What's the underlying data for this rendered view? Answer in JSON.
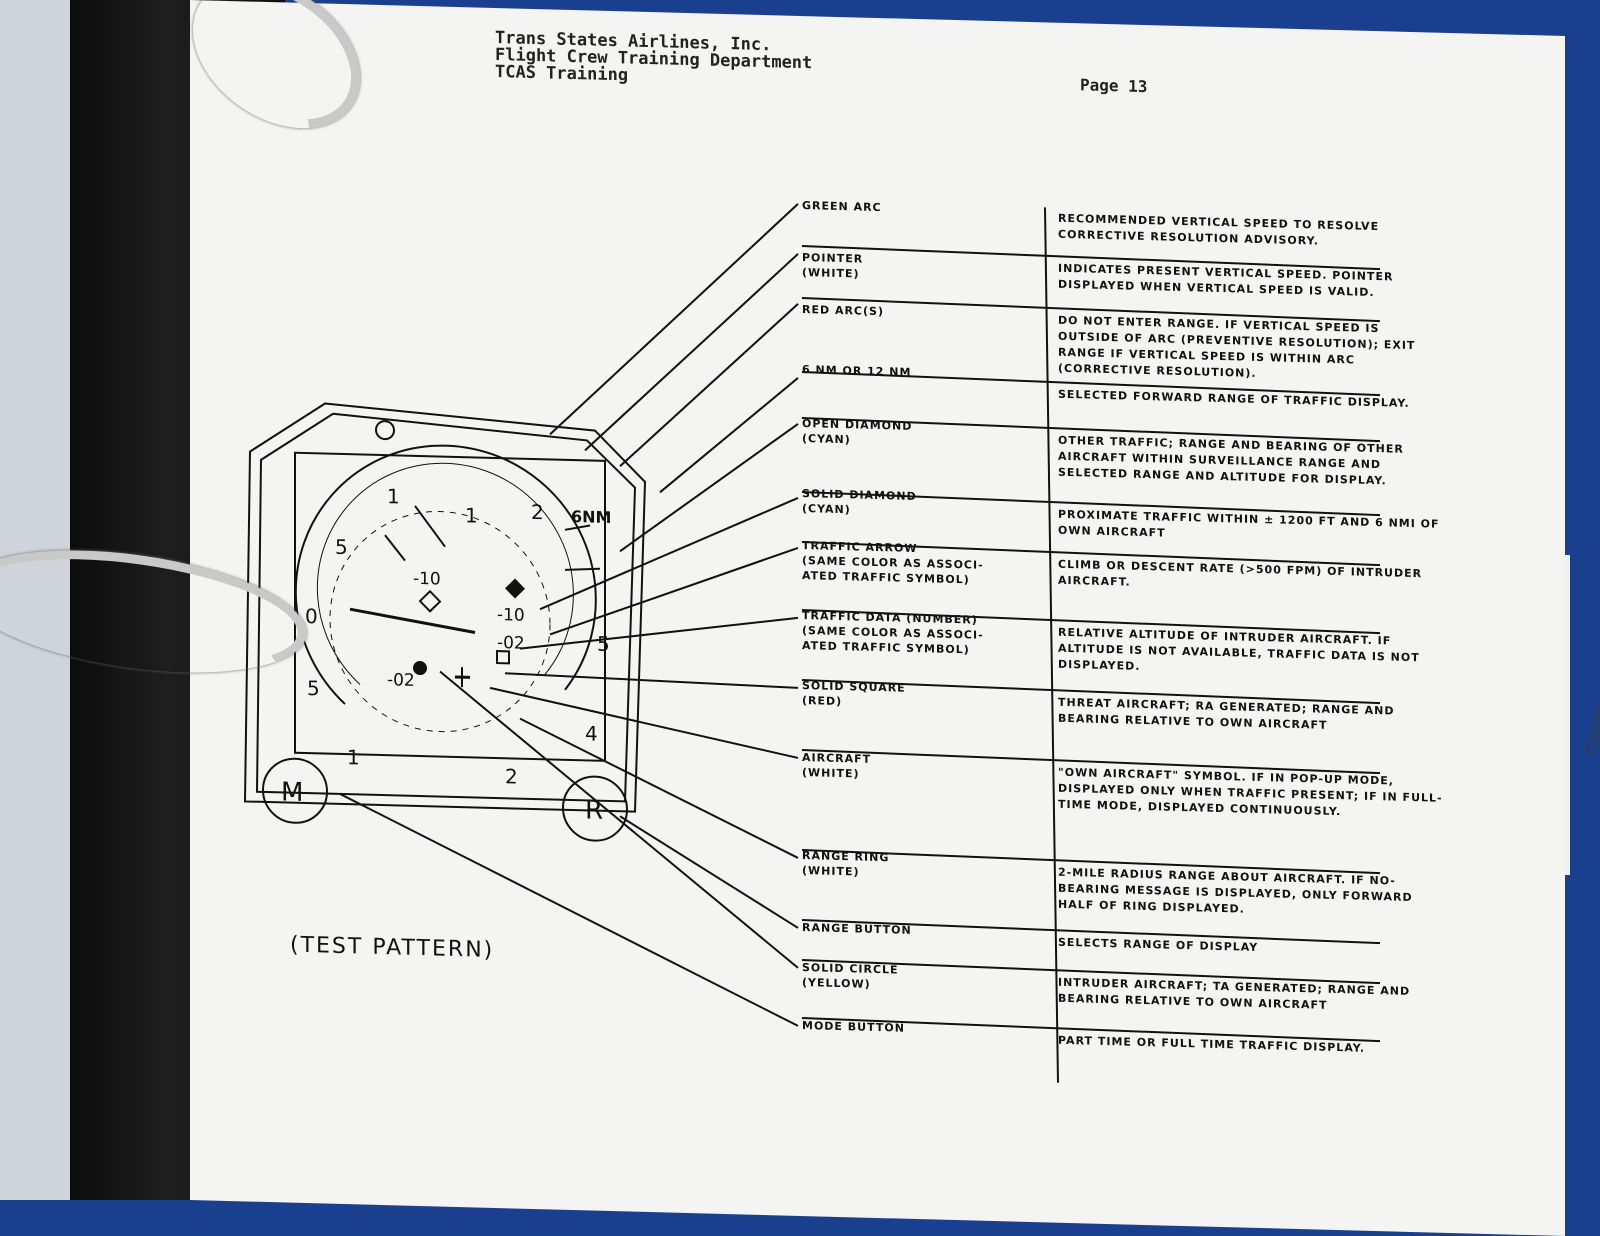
{
  "header": {
    "company": "Trans States Airlines, Inc.",
    "department": "Flight Crew Training Department",
    "course": "TCAS Training",
    "page": "Page 13"
  },
  "diagram": {
    "scale_labels": [
      "1",
      "5",
      "0",
      "5",
      "1",
      "1",
      "2",
      "5",
      "2",
      "4"
    ],
    "range_label": "6NM",
    "traffic_values": [
      "-10",
      "-10",
      "-02",
      "-02"
    ],
    "mode_button": "M",
    "range_button": "R",
    "caption": "(TEST PATTERN)"
  },
  "callouts": [
    {
      "label": [
        "GREEN ARC"
      ],
      "desc": "RECOMMENDED VERTICAL SPEED TO RESOLVE CORRECTIVE RESOLUTION ADVISORY."
    },
    {
      "label": [
        "POINTER",
        "(WHITE)"
      ],
      "desc": "INDICATES PRESENT VERTICAL SPEED. POINTER DISPLAYED WHEN VERTICAL SPEED IS VALID."
    },
    {
      "label": [
        "RED ARC(S)"
      ],
      "desc": "DO NOT ENTER RANGE. IF VERTICAL SPEED IS OUTSIDE OF ARC (PREVENTIVE RESOLUTION); EXIT RANGE IF VERTICAL SPEED IS WITHIN ARC (CORRECTIVE RESOLUTION)."
    },
    {
      "label": [
        "6 NM OR 12 NM"
      ],
      "desc": "SELECTED FORWARD RANGE OF TRAFFIC DISPLAY."
    },
    {
      "label": [
        "OPEN DIAMOND",
        "(CYAN)"
      ],
      "desc": "OTHER TRAFFIC; RANGE AND BEARING OF OTHER AIRCRAFT WITHIN SURVEILLANCE RANGE AND SELECTED RANGE AND ALTITUDE FOR DISPLAY."
    },
    {
      "label": [
        "SOLID DIAMOND",
        "(CYAN)"
      ],
      "desc": "PROXIMATE TRAFFIC WITHIN ± 1200 FT AND 6 NMI OF OWN AIRCRAFT"
    },
    {
      "label": [
        "TRAFFIC ARROW",
        "(SAME COLOR AS ASSOCI-",
        "ATED TRAFFIC SYMBOL)"
      ],
      "desc": "CLIMB OR DESCENT RATE (>500 FPM) OF INTRUDER AIRCRAFT."
    },
    {
      "label": [
        "TRAFFIC DATA (NUMBER)",
        "(SAME COLOR AS ASSOCI-",
        "ATED TRAFFIC SYMBOL)"
      ],
      "desc": "RELATIVE ALTITUDE OF INTRUDER AIRCRAFT. IF ALTITUDE IS NOT AVAILABLE, TRAFFIC DATA IS NOT DISPLAYED."
    },
    {
      "label": [
        "SOLID SQUARE",
        "(RED)"
      ],
      "desc": "THREAT AIRCRAFT; RA GENERATED; RANGE AND BEARING RELATIVE TO OWN AIRCRAFT"
    },
    {
      "label": [
        "AIRCRAFT",
        "(WHITE)"
      ],
      "desc": "\"OWN AIRCRAFT\" SYMBOL. IF IN POP-UP MODE, DISPLAYED ONLY WHEN TRAFFIC PRESENT; IF IN FULL-TIME MODE, DISPLAYED CONTINUOUSLY."
    },
    {
      "label": [
        "RANGE RING",
        "(WHITE)"
      ],
      "desc": "2-MILE RADIUS RANGE ABOUT AIRCRAFT. IF NO-BEARING MESSAGE IS DISPLAYED, ONLY FORWARD HALF OF RING DISPLAYED."
    },
    {
      "label": [
        "RANGE BUTTON"
      ],
      "desc": "SELECTS RANGE OF DISPLAY"
    },
    {
      "label": [
        "SOLID CIRCLE",
        "(YELLOW)"
      ],
      "desc": "INTRUDER AIRCRAFT; TA GENERATED; RANGE AND BEARING RELATIVE TO OWN AIRCRAFT"
    },
    {
      "label": [
        "MODE BUTTON"
      ],
      "desc": "PART TIME OR FULL TIME TRAFFIC DISPLAY."
    }
  ],
  "side_sheet": {
    "text": "Checklists / Flow"
  }
}
